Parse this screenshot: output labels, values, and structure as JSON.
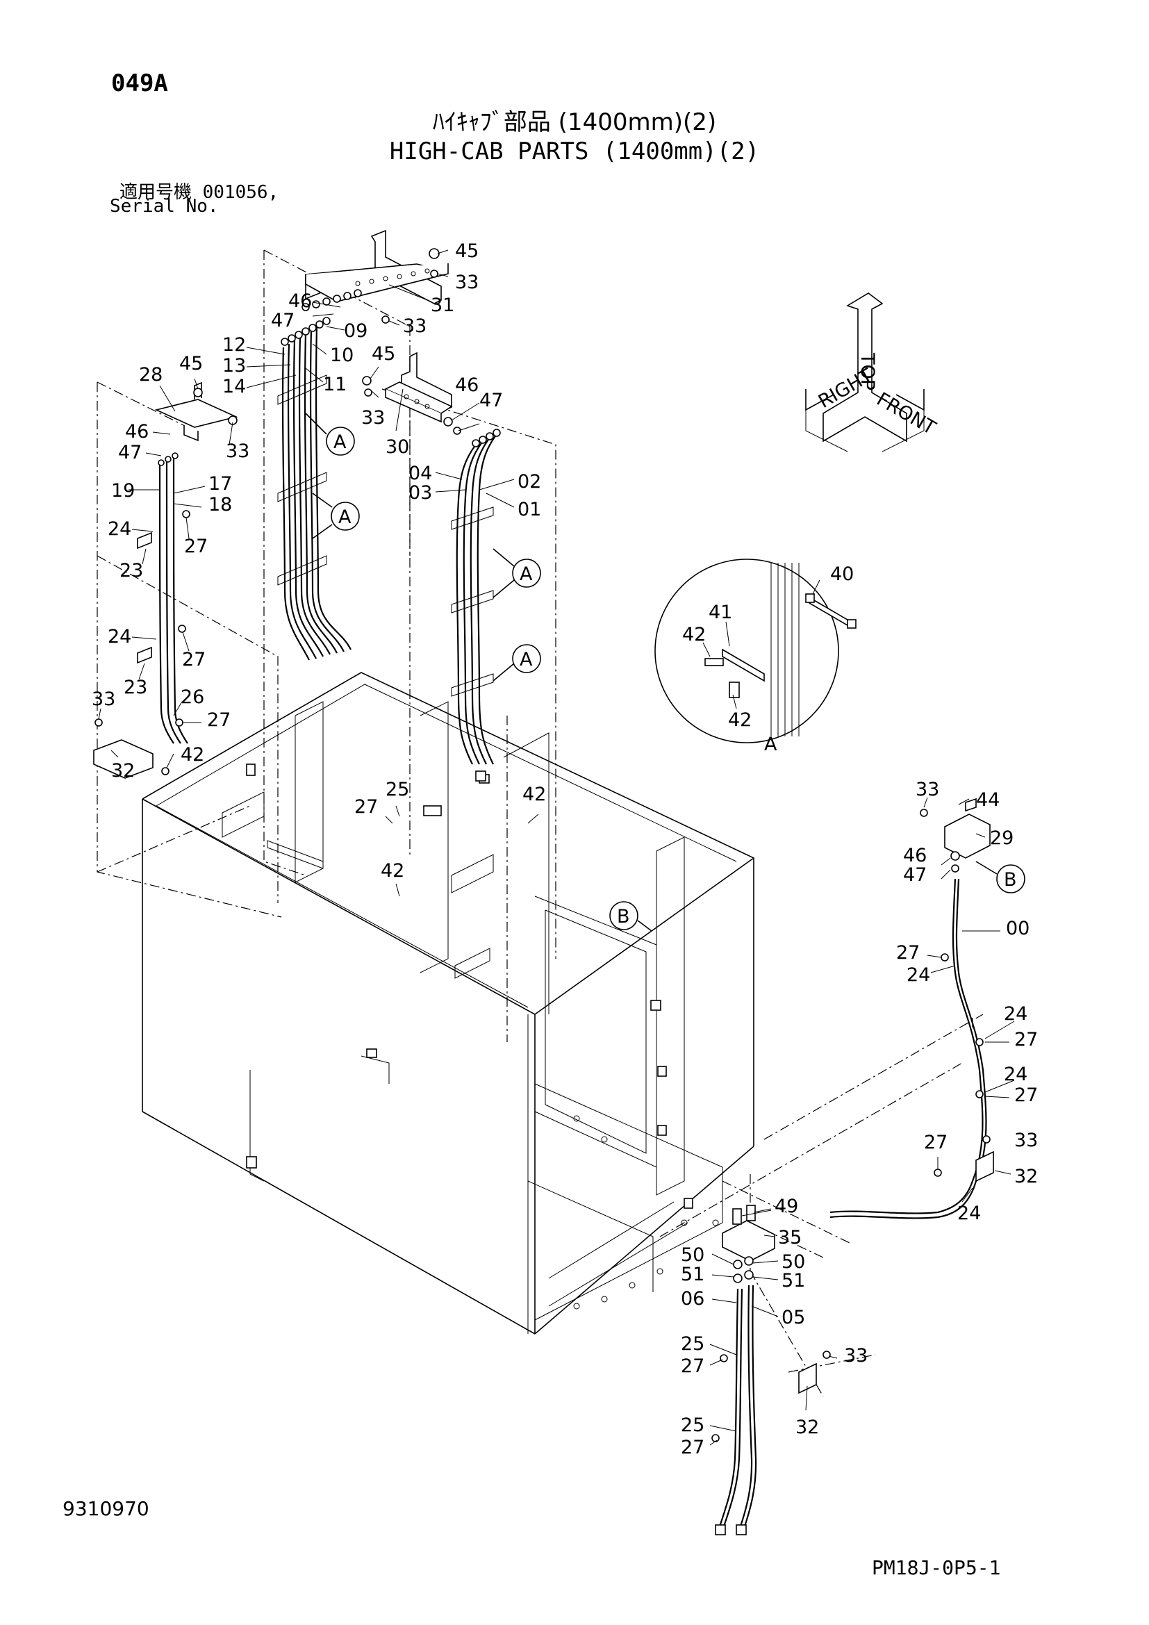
{
  "header": {
    "code": "049A",
    "title_jp": "ﾊｲｷｬﾌﾞ部品 (1400mm)(2)",
    "title_en": "HIGH-CAB PARTS (1400mm)(2)",
    "serial_jp": "適用号機  001056,",
    "serial_en": "Serial No."
  },
  "footer": {
    "doc_number": "9310970",
    "page_ref": "PM18J-0P5-1"
  },
  "orientation": {
    "top": "TOP",
    "front": "FRONT",
    "right": "RIGHT"
  },
  "detail": {
    "label": "A"
  },
  "callouts": {
    "A": "A",
    "B": "B"
  },
  "labels": {
    "p45a": "45",
    "p33a": "33",
    "p31": "31",
    "p46a": "46",
    "p47a": "47",
    "p33b": "33",
    "p09": "09",
    "p12": "12",
    "p10": "10",
    "p13": "13",
    "p11": "11",
    "p14": "14",
    "p45b": "45",
    "p46b": "46",
    "p47b": "47",
    "p33c": "33",
    "p30": "30",
    "p04": "04",
    "p02": "02",
    "p03": "03",
    "p01": "01",
    "p28": "28",
    "p45c": "45",
    "p46c": "46",
    "p33d": "33",
    "p47c": "47",
    "p19": "19",
    "p17": "17",
    "p18": "18",
    "p24a": "24",
    "p27a": "27",
    "p23a": "23",
    "p24b": "24",
    "p27b": "27",
    "p23b": "23",
    "p26": "26",
    "p33e": "33",
    "p27c": "27",
    "p42a": "42",
    "p32a": "32",
    "p40": "40",
    "p41": "41",
    "p42b": "42",
    "p42c": "42",
    "p25a": "25",
    "p27d": "27",
    "p42d": "42",
    "p42e": "42",
    "p33f": "33",
    "p44": "44",
    "p29": "29",
    "p46d": "46",
    "p47d": "47",
    "p00": "00",
    "p27e": "27",
    "p24c": "24",
    "p24d": "24",
    "p27f": "27",
    "p24e": "24",
    "p27g": "27",
    "p27h": "27",
    "p33g": "33",
    "p32b": "32",
    "p24f": "24",
    "p49": "49",
    "p35": "35",
    "p50a": "50",
    "p50b": "50",
    "p51a": "51",
    "p51b": "51",
    "p06": "06",
    "p05": "05",
    "p25b": "25",
    "p27i": "27",
    "p33h": "33",
    "p32c": "32",
    "p25c": "25",
    "p27j": "27"
  }
}
